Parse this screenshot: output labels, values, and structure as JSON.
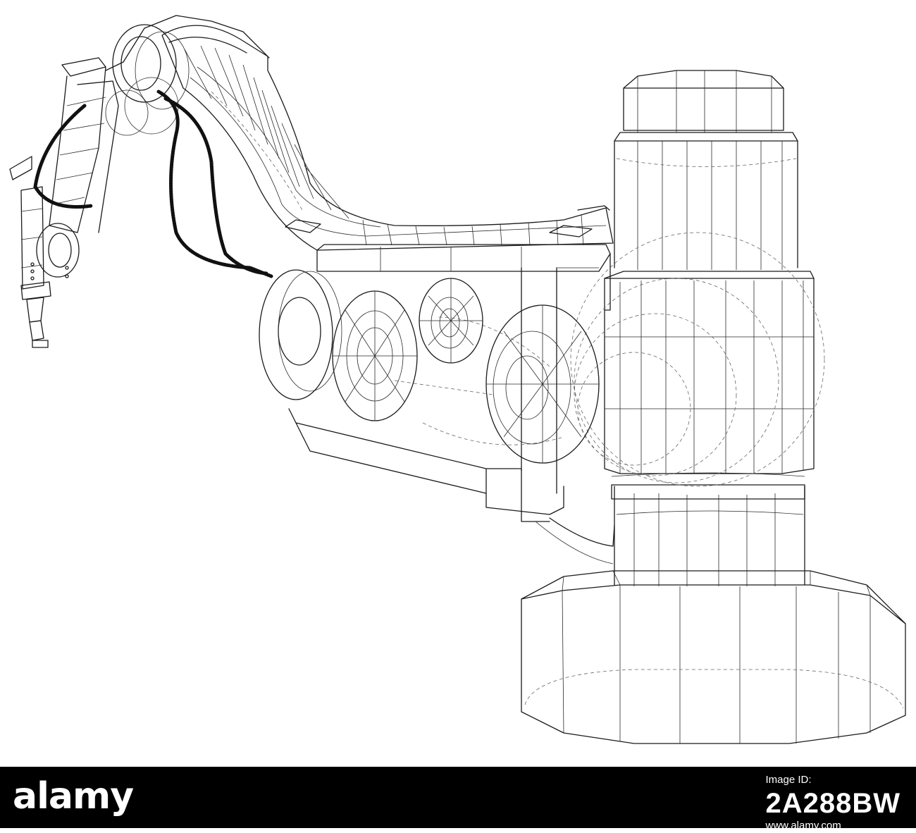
{
  "image": {
    "subject": "robotic-arm-wireframe",
    "line_color": "#1a1a1a",
    "background": "#ffffff"
  },
  "footer": {
    "logo_text": "alamy",
    "id_label": "Image ID:",
    "image_id": "2A288BW",
    "url": "www.alamy.com",
    "background": "#000000",
    "text_color": "#ffffff"
  }
}
